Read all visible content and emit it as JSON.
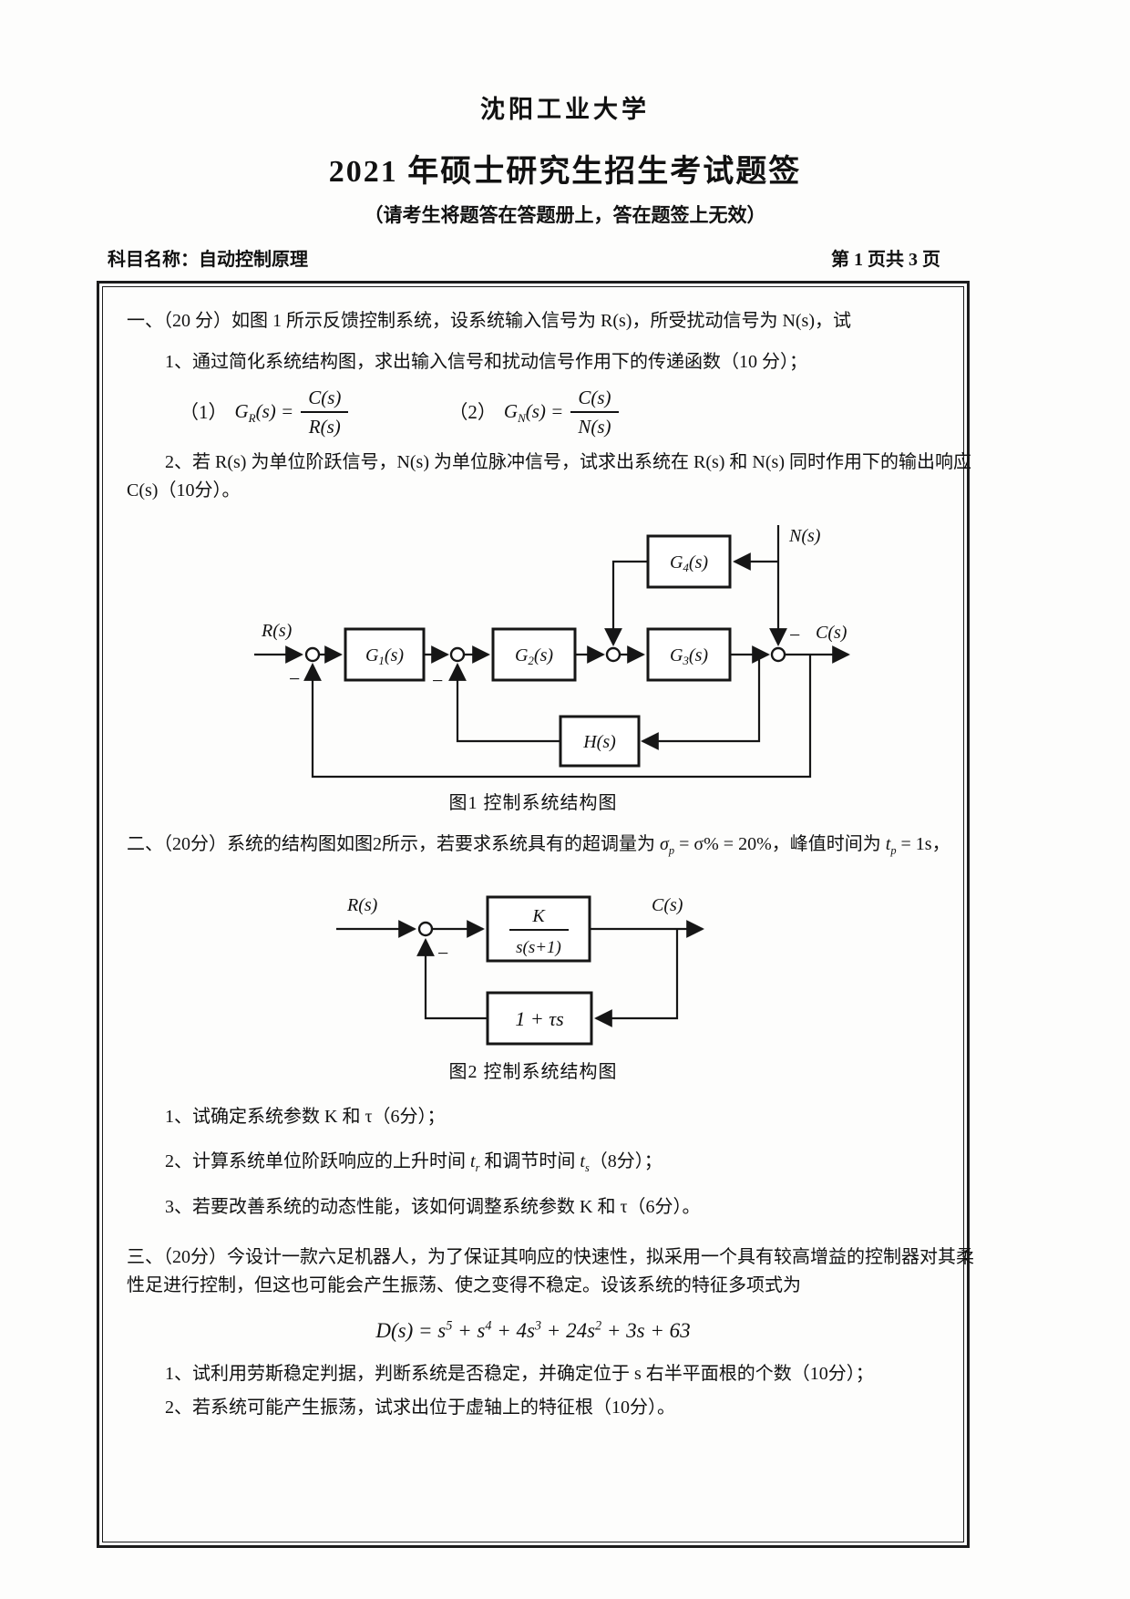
{
  "header": {
    "university": "沈阳工业大学",
    "title": "2021 年硕士研究生招生考试题签",
    "note": "（请考生将题答在答题册上，答在题签上无效）",
    "subject": "科目名称：自动控制原理",
    "page_info": "第 1 页共 3 页"
  },
  "q1": {
    "intro": "一、（20 分）如图 1 所示反馈控制系统，设系统输入信号为 R(s)，所受扰动信号为 N(s)，试",
    "item1": "1、通过简化系统结构图，求出输入信号和扰动信号作用下的传递函数（10 分）；",
    "formula1": {
      "label": "（1）",
      "fn": "G",
      "fnsub": "R",
      "fnarg": "(s) =",
      "num": "C(s)",
      "den": "R(s)"
    },
    "formula2": {
      "label": "（2）",
      "fn": "G",
      "fnsub": "N",
      "fnarg": "(s) =",
      "num": "C(s)",
      "den": "N(s)"
    },
    "item2_line1": "2、若 R(s) 为单位阶跃信号，N(s) 为单位脉冲信号，试求出系统在 R(s) 和 N(s) 同时作用下的输出响应",
    "item2_line2": "C(s)（10分）。"
  },
  "fig1": {
    "input_label": "R(s)",
    "disturbance_label": "N(s)",
    "output_label": "C(s)",
    "minus": "−",
    "blocks": {
      "g1": {
        "base": "G",
        "sub": "1",
        "arg": "(s)"
      },
      "g2": {
        "base": "G",
        "sub": "2",
        "arg": "(s)"
      },
      "g3": {
        "base": "G",
        "sub": "3",
        "arg": "(s)"
      },
      "g4": {
        "base": "G",
        "sub": "4",
        "arg": "(s)"
      },
      "h": {
        "base": "H",
        "sub": "",
        "arg": "(s)"
      }
    },
    "caption": "图1  控制系统结构图"
  },
  "q2": {
    "intro_pre": "二、（20分）系统的结构图如图2所示，若要求系统具有的超调量为 ",
    "sigma_base": "σ",
    "sigma_sub": "p",
    "intro_mid": " = σ% = 20%，峰值时间为 ",
    "tp_base": "t",
    "tp_sub": "p",
    "intro_post": " = 1s，",
    "item1": "1、试确定系统参数 K 和 τ（6分）；",
    "item2_pre": "2、计算系统单位阶跃响应的上升时间 ",
    "tr_base": "t",
    "tr_sub": "r",
    "item2_mid": " 和调节时间 ",
    "ts_base": "t",
    "ts_sub": "s",
    "item2_post": "（8分）；",
    "item3": "3、若要改善系统的动态性能，该如何调整系统参数 K 和 τ（6分）。"
  },
  "fig2": {
    "input_label": "R(s)",
    "output_label": "C(s)",
    "minus": "−",
    "forward_num": "K",
    "forward_den": "s(s+1)",
    "feedback": "1 + τs",
    "caption": "图2  控制系统结构图"
  },
  "q3": {
    "line1": "三、（20分）今设计一款六足机器人，为了保证其响应的快速性，拟采用一个具有较高增益的控制器对其柔",
    "line2": "性足进行控制，但这也可能会产生振荡、使之变得不稳定。设该系统的特征多项式为",
    "poly": {
      "p1": "D(s) = s",
      "e1": "5",
      "p2": " + s",
      "e2": "4",
      "p3": " + 4s",
      "e3": "3",
      "p4": " + 24s",
      "e4": "2",
      "p5": " + 3s + 63"
    },
    "item1": "1、试利用劳斯稳定判据，判断系统是否稳定，并确定位于 s 右半平面根的个数（10分）；",
    "item2": "2、若系统可能产生振荡，试求出位于虚轴上的特征根（10分）。"
  }
}
